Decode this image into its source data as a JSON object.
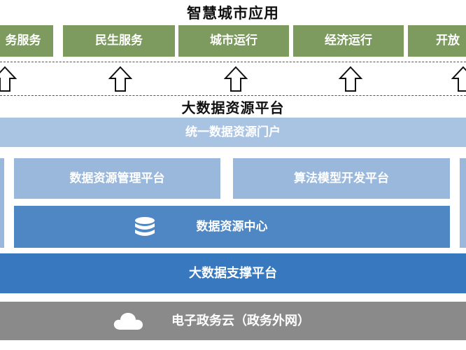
{
  "top_section": {
    "title": "智慧城市应用",
    "apps": [
      "务服务",
      "民生服务",
      "城市运行",
      "经济运行",
      "开放"
    ]
  },
  "platform": {
    "title": "大数据资源平台",
    "portal": "统一数据资源门户",
    "management_platform": "数据资源管理平台",
    "algorithm_platform": "算法模型开发平台",
    "resource_center": "数据资源中心",
    "support_platform": "大数据支撑平台"
  },
  "cloud": {
    "label": "电子政务云（政务外网）"
  },
  "icons": {
    "arrows": "up-arrow-icon",
    "database": "database-icon",
    "cloud": "cloud-icon"
  },
  "colors": {
    "app_green": "#7d9a5f",
    "portal_blue": "#a9c4e3",
    "platform_light_blue": "#9ab8db",
    "center_blue": "#4f86c4",
    "support_blue": "#3878be",
    "cloud_gray": "#8a8a8a"
  }
}
